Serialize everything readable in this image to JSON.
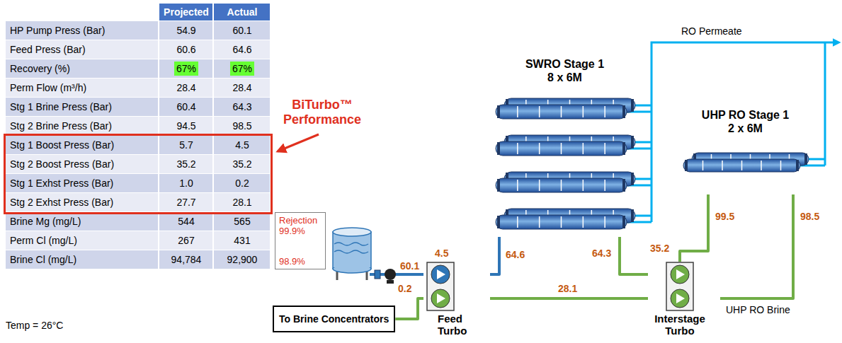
{
  "diagram": {
    "nodes": [
      {
        "text": [
          "SWRO Stage 1 8 x 6M"
        ]
      },
      {
        "text": [
          "UHP RO Stage 1 2 x 6M"
        ]
      },
      {
        "text": [
          "Rejection 99.9%",
          "98.9%"
        ]
      },
      {
        "text": [
          "Feed Turbo"
        ]
      },
      {
        "text": [
          "Interstage Turbo"
        ]
      },
      {
        "text": [
          "To Brine Concentrators"
        ]
      }
    ],
    "edges": [
      {
        "from": 3,
        "to": 0,
        "arrow": "none",
        "label": "64.6"
      },
      {
        "from": 0,
        "to": 4,
        "arrow": "none",
        "label": "64.3"
      },
      {
        "from": 4,
        "to": 1,
        "arrow": "none",
        "label": "99.5"
      },
      {
        "from": 1,
        "to": 4,
        "arrow": "none",
        "label": "98.5"
      },
      {
        "from": 4,
        "to": 3,
        "arrow": "none",
        "label": "28.1"
      },
      {
        "from": 3,
        "to": 5,
        "arrow": "none",
        "label": "0.2"
      }
    ],
    "labels": [
      "Projected",
      "Actual",
      "HP Pump Press (Bar)",
      "54.9",
      "60.1",
      "Feed Press (Bar)",
      "60.6",
      "64.6",
      "Recovery (%)",
      "67%",
      "67%",
      "Perm Flow (m³/h)",
      "28.4",
      "28.4",
      "Stg 1 Brine Press (Bar)",
      "60.4",
      "64.3",
      "Stg 2 Brine Press (Bar)",
      "94.5",
      "98.5",
      "Stg 1 Boost Press (Bar)",
      "5.7",
      "4.5",
      "Stg 2 Boost Press (Bar)",
      "35.2",
      "35.2",
      "Stg 1 Exhst Press (Bar)",
      "1.0",
      "0.2",
      "Stg 2 Exhst Press (Bar)",
      "27.7",
      "28.1",
      "Brine Mg (mg/L)",
      "544",
      "565",
      "Perm Cl (mg/L)",
      "267",
      "431",
      "Brine Cl (mg/L)",
      "94,784",
      "92,900",
      "BiTurbo™ Performance",
      "Temp = 26°C",
      "60.1",
      "4.5",
      "35.2",
      "RO Permeate",
      "UHP RO Brine"
    ]
  }
}
